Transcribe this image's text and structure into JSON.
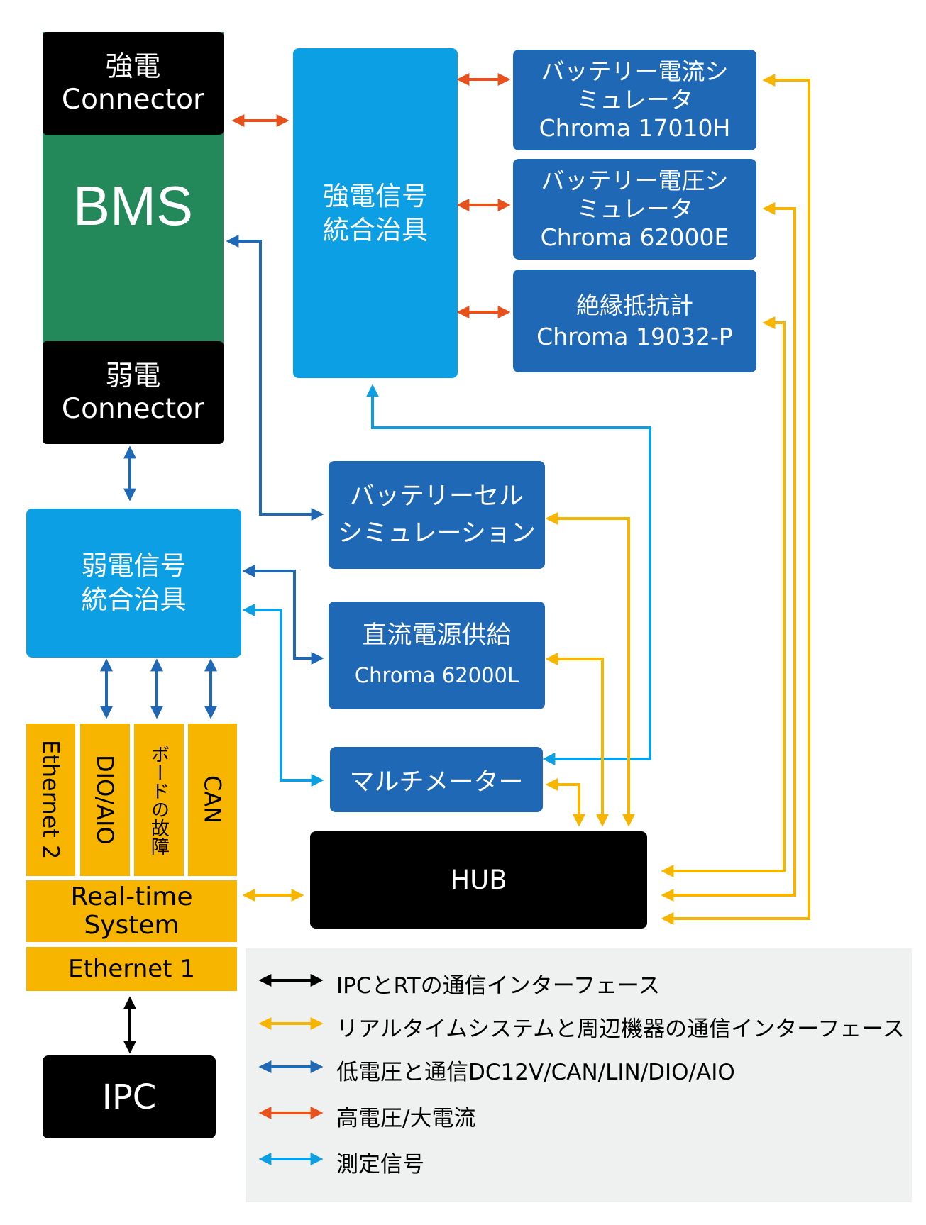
{
  "blocks": {
    "hv_connector": [
      "強電",
      "Connector"
    ],
    "bms": "BMS",
    "lv_connector": [
      "弱電",
      "Connector"
    ],
    "hv_fixture": [
      "強電信号",
      "統合治具"
    ],
    "battery_current_sim": [
      "バッテリー電流シ",
      "ミュレータ",
      "Chroma 17010H"
    ],
    "battery_voltage_sim": [
      "バッテリー電圧シ",
      "ミュレータ",
      "Chroma 62000E"
    ],
    "insulation_meter": [
      "絶縁抵抗計",
      "Chroma 19032-P"
    ],
    "lv_fixture": [
      "弱電信号",
      "統合治具"
    ],
    "battery_cell_sim": [
      "バッテリーセル",
      "シミュレーション"
    ],
    "dc_power": [
      "直流電源供給",
      "Chroma 62000L"
    ],
    "multimeter": "マルチメーター",
    "hub": "HUB",
    "ethernet2": "Ethernet 2",
    "dio_aio": "DIO/AIO",
    "board_fault": "ボードの故障",
    "can": "CAN",
    "realtime": [
      "Real-time",
      "System"
    ],
    "ethernet1": "Ethernet 1",
    "ipc": "IPC"
  },
  "colors": {
    "black_link": "#000000",
    "yellow_link": "#f7b500",
    "blue_link": "#1e68b6",
    "orange_link": "#e8501c",
    "cyan_link": "#0d9fe3",
    "bms_green": "#24895a"
  },
  "legend": [
    {
      "color": "#000000",
      "label": "IPCとRTの通信インターフェース"
    },
    {
      "color": "#f7b500",
      "label": "リアルタイムシステムと周辺機器の通信インターフェース"
    },
    {
      "color": "#1e68b6",
      "label": "低電圧と通信DC12V/CAN/LIN/DIO/AIO"
    },
    {
      "color": "#e8501c",
      "label": "高電圧/大電流"
    },
    {
      "color": "#0d9fe3",
      "label": "測定信号"
    }
  ]
}
